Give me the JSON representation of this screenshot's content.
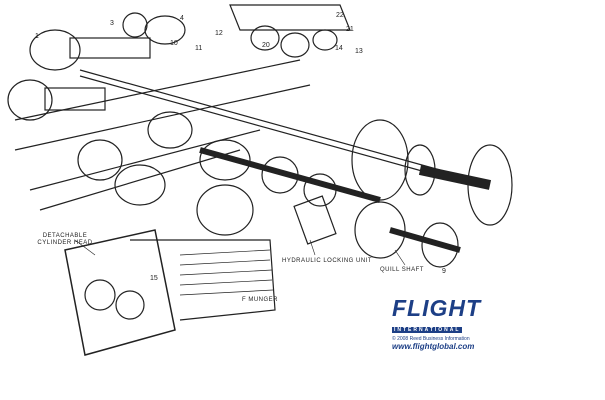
{
  "labels": {
    "detachable_cylinder_head": "DETACHABLE CYLINDER HEAD",
    "hydraulic_locking_unit": "HYDRAULIC LOCKING UNIT",
    "quill_shaft": "QUILL SHAFT",
    "artist_signature": "F MUNGER"
  },
  "part_numbers": [
    "1",
    "3",
    "4",
    "10",
    "11",
    "12",
    "13",
    "14",
    "15",
    "20",
    "21",
    "22",
    "9"
  ],
  "logo": {
    "brand": "FLIGHT",
    "subtitle": "INTERNATIONAL",
    "copyright": "© 2008 Reed Business Information",
    "url": "www.flightglobal.com"
  },
  "colors": {
    "brand": "#1d3f86",
    "ink": "#222222"
  }
}
